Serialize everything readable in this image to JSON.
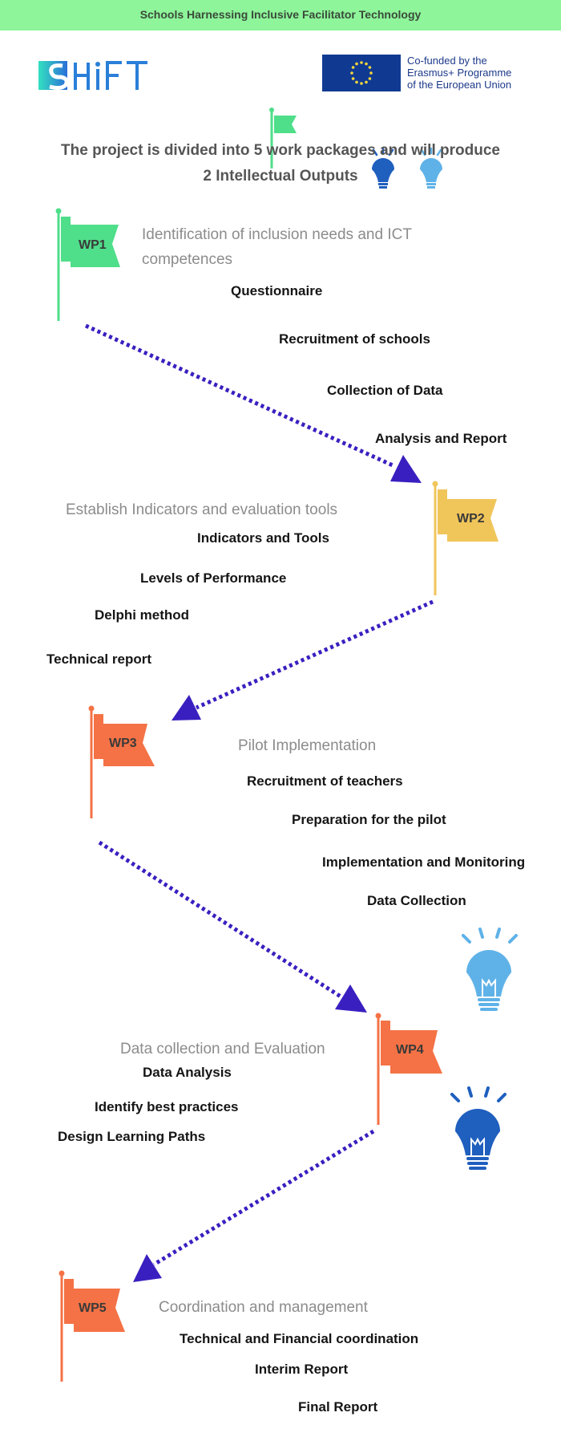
{
  "header": {
    "title": "Schools Harnessing Inclusive Facilitator Technology"
  },
  "logo": {
    "text": "SHIFT"
  },
  "eu": {
    "text": "Co-funded by the\nErasmus+ Programme\nof the European Union"
  },
  "intro": {
    "text": "The project is divided into 5 work packages and will produce 2 Intellectual Outputs"
  },
  "colors": {
    "green": "#4fde8a",
    "yellow": "#f0c55a",
    "orange": "#f47245",
    "arrow": "#3a1fc0",
    "bulb_dark": "#1f5fbe",
    "bulb_light": "#5fb2e8",
    "topbar": "#8ef59a"
  },
  "work_packages": [
    {
      "label": "WP1",
      "title": "Identification of inclusion needs and ICT competences",
      "tasks": [
        "Questionnaire",
        "Recruitment of schools",
        "Collection of Data",
        "Analysis and Report"
      ]
    },
    {
      "label": "WP2",
      "title": "Establish Indicators and evaluation tools",
      "tasks": [
        "Indicators and Tools",
        "Levels of Performance",
        "Delphi method",
        "Technical report"
      ]
    },
    {
      "label": "WP3",
      "title": "Pilot Implementation",
      "tasks": [
        "Recruitment of teachers",
        "Preparation for the pilot",
        "Implementation and Monitoring",
        "Data Collection"
      ]
    },
    {
      "label": "WP4",
      "title": "Data collection and Evaluation",
      "tasks": [
        "Data Analysis",
        "Identify best practices",
        "Design Learning Paths"
      ]
    },
    {
      "label": "WP5",
      "title": "Coordination and management",
      "tasks": [
        "Technical and Financial coordination",
        "Interim Report",
        "Final Report"
      ]
    }
  ]
}
